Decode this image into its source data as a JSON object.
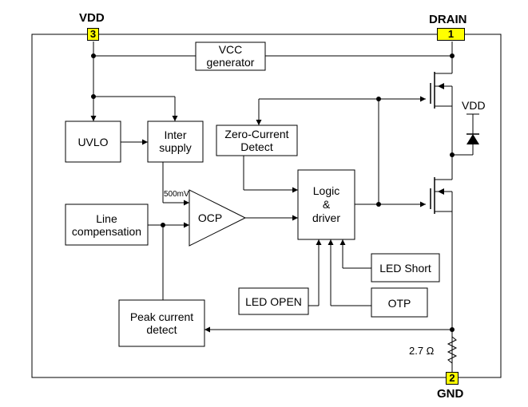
{
  "pins": {
    "vdd": {
      "name": "VDD",
      "number": "3"
    },
    "drain": {
      "name": "DRAIN",
      "number": "1"
    },
    "gnd": {
      "name": "GND",
      "number": "2"
    }
  },
  "blocks": {
    "vcc_generator": [
      "VCC",
      "generator"
    ],
    "uvlo": "UVLO",
    "inter_supply": [
      "Inter",
      "supply"
    ],
    "zero_current": [
      "Zero-Current",
      "Detect"
    ],
    "logic_driver": [
      "Logic",
      "&",
      "driver"
    ],
    "ocp": "OCP",
    "line_compensation": [
      "Line",
      "compensation"
    ],
    "led_short": "LED Short",
    "led_open": "LED OPEN",
    "otp": "OTP",
    "peak_current": [
      "Peak current",
      "detect"
    ]
  },
  "labels": {
    "reference_voltage": "500mV",
    "vdd_external": "VDD",
    "sense_resistor": "2.7 Ω"
  },
  "colors": {
    "pin_highlight": "#ffff00",
    "line": "#000000"
  }
}
